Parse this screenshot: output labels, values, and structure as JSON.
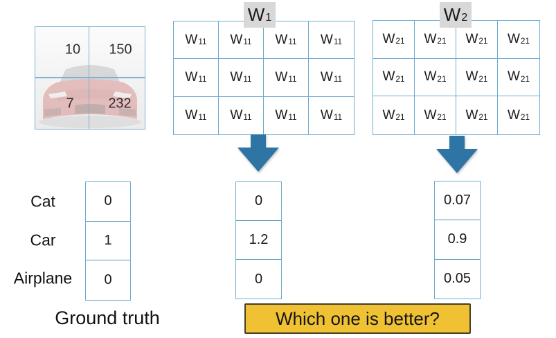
{
  "colors": {
    "grid_border": "#6faccf",
    "arrow_fill": "#2e74a4",
    "matrix_label_bg": "#d8d8d8",
    "question_bg": "#f0c233",
    "question_border": "#463f28"
  },
  "input_image": {
    "pixel_values": {
      "top_left": "10",
      "top_right": "150",
      "bottom_left": "7",
      "bottom_right": "232"
    }
  },
  "matrices": {
    "w1": {
      "label_main": "W",
      "label_sub": "1",
      "cell_main": "W",
      "cell_sub": "11"
    },
    "w2": {
      "label_main": "W",
      "label_sub": "2",
      "cell_main": "W",
      "cell_sub": "21"
    }
  },
  "class_labels": [
    "Cat",
    "Car",
    "Airplane"
  ],
  "vectors": {
    "ground_truth": [
      "0",
      "1",
      "0"
    ],
    "w1_scores": [
      "0",
      "1.2",
      "0"
    ],
    "w2_scores": [
      "0.07",
      "0.9",
      "0.05"
    ]
  },
  "captions": {
    "ground_truth": "Ground truth",
    "question": "Which one is better?"
  }
}
